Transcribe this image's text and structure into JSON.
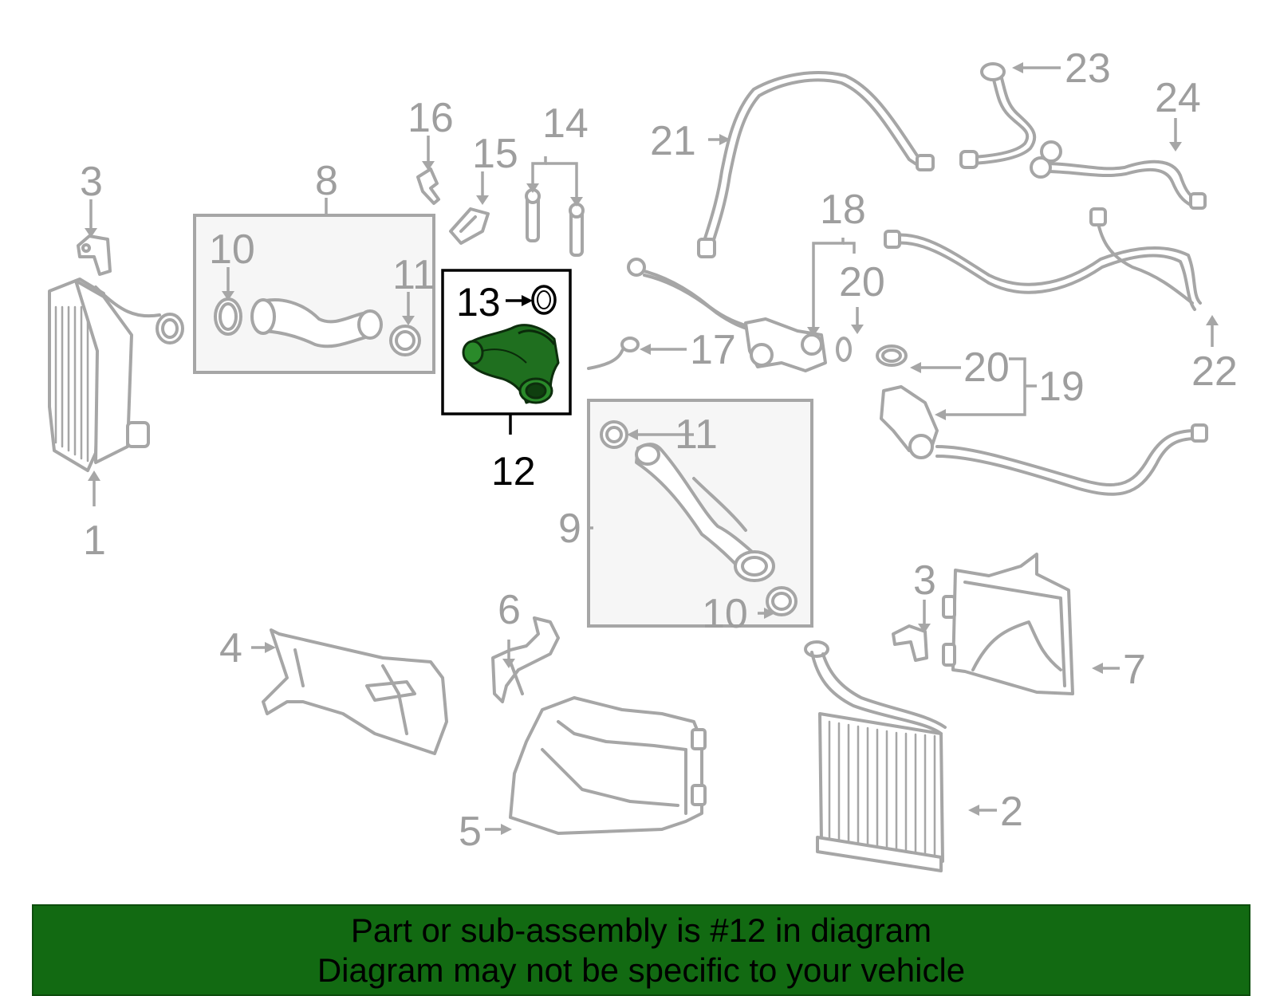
{
  "callouts": {
    "c1": "1",
    "c2": "2",
    "c3a": "3",
    "c3b": "3",
    "c4": "4",
    "c5": "5",
    "c6": "6",
    "c7": "7",
    "c8": "8",
    "c9": "9",
    "c10a": "10",
    "c10b": "10",
    "c11a": "11",
    "c11b": "11",
    "c12": "12",
    "c13": "13",
    "c14": "14",
    "c15": "15",
    "c16": "16",
    "c17": "17",
    "c18": "18",
    "c19": "19",
    "c20a": "20",
    "c20b": "20",
    "c21": "21",
    "c22": "22",
    "c23": "23",
    "c24": "24"
  },
  "banner": {
    "line1": "Part or sub-assembly is #12 in diagram",
    "line2": "Diagram may not be specific to your vehicle"
  },
  "colors": {
    "highlight_part": "#1f6f1f",
    "banner_bg": "#126a12",
    "line_art": "#a6a6a6"
  }
}
